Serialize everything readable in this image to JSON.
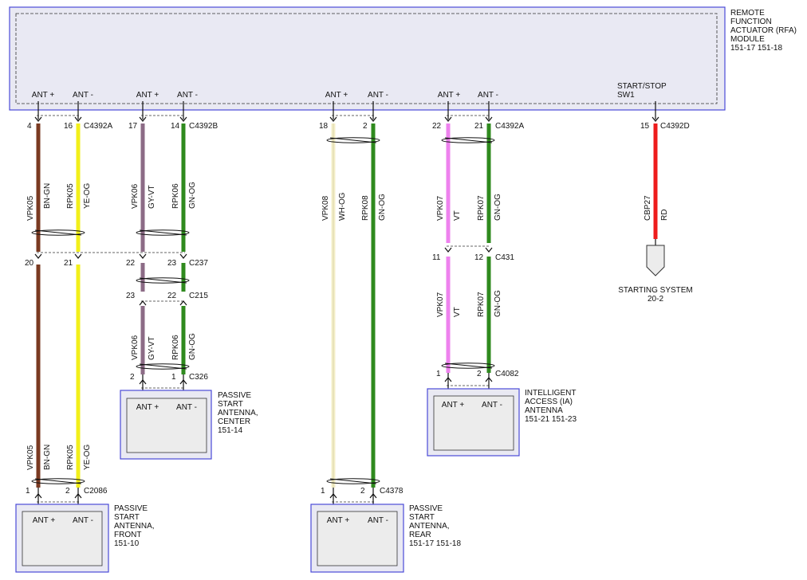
{
  "colors": {
    "module_border": "#4a4ad8",
    "module_fill": "#e9e9f3",
    "inner_fill": "#ececec",
    "wire_bn": "#7a3a22",
    "wire_ye": "#f2ef1a",
    "wire_gy": "#8c6b86",
    "wire_gn": "#2f8a1e",
    "wire_wh": "#f4efc8",
    "wire_vt": "#ee82ee",
    "wire_rd": "#ee1c1c"
  },
  "modules": {
    "rfa": {
      "name": "REMOTE FUNCTION ACTUATOR (RFA) MODULE",
      "lines": [
        "REMOTE",
        "FUNCTION",
        "ACTUATOR (RFA)",
        "MODULE",
        "151-17   151-18"
      ]
    },
    "front": {
      "lines": [
        "PASSIVE",
        "START",
        "ANTENNA,",
        "FRONT",
        "151-10"
      ]
    },
    "center": {
      "lines": [
        "PASSIVE",
        "START",
        "ANTENNA,",
        "CENTER",
        "151-14"
      ]
    },
    "rear": {
      "lines": [
        "PASSIVE",
        "START",
        "ANTENNA,",
        "REAR",
        "151-17   151-18"
      ]
    },
    "ia": {
      "lines": [
        "INTELLIGENT",
        "ACCESS (IA)",
        "ANTENNA",
        "151-21   151-23"
      ]
    }
  },
  "pins": {
    "ant_plus": "ANT +",
    "ant_minus": "ANT -",
    "start_stop": [
      "START/STOP",
      "SW1"
    ]
  },
  "connectors": {
    "c4392a": "C4392A",
    "c4392b": "C4392B",
    "c4392d": "C4392D",
    "c237": "C237",
    "c215": "C215",
    "c326": "C326",
    "c2086": "C2086",
    "c4378": "C4378",
    "c431": "C431",
    "c4082": "C4082"
  },
  "pin_numbers": {
    "f_top": [
      "4",
      "16"
    ],
    "f_mid": [
      "20",
      "21"
    ],
    "f_bot": [
      "1",
      "2"
    ],
    "c_top": [
      "17",
      "14"
    ],
    "c_237": [
      "22",
      "23"
    ],
    "c_215": [
      "23",
      "22"
    ],
    "c_bot": [
      "2",
      "1"
    ],
    "r_top": [
      "18",
      "2"
    ],
    "r_bot": [
      "1",
      "2"
    ],
    "ia_top": [
      "22",
      "21"
    ],
    "ia_431": [
      "11",
      "12"
    ],
    "ia_bot": [
      "1",
      "2"
    ],
    "ss": "15"
  },
  "wires": {
    "vpk05": {
      "circuit": "VPK05",
      "color": "BN-GN"
    },
    "rpk05": {
      "circuit": "RPK05",
      "color": "YE-OG"
    },
    "vpk06": {
      "circuit": "VPK06",
      "color": "GY-VT"
    },
    "rpk06": {
      "circuit": "RPK06",
      "color": "GN-OG"
    },
    "vpk08": {
      "circuit": "VPK08",
      "color": "WH-OG"
    },
    "rpk08": {
      "circuit": "RPK08",
      "color": "GN-OG"
    },
    "vpk07": {
      "circuit": "VPK07",
      "color": "VT"
    },
    "rpk07": {
      "circuit": "RPK07",
      "color": "GN-OG"
    },
    "cbp27": {
      "circuit": "CBP27",
      "color": "RD"
    }
  },
  "starting_system": {
    "name": "STARTING SYSTEM",
    "ref": "20-2"
  }
}
